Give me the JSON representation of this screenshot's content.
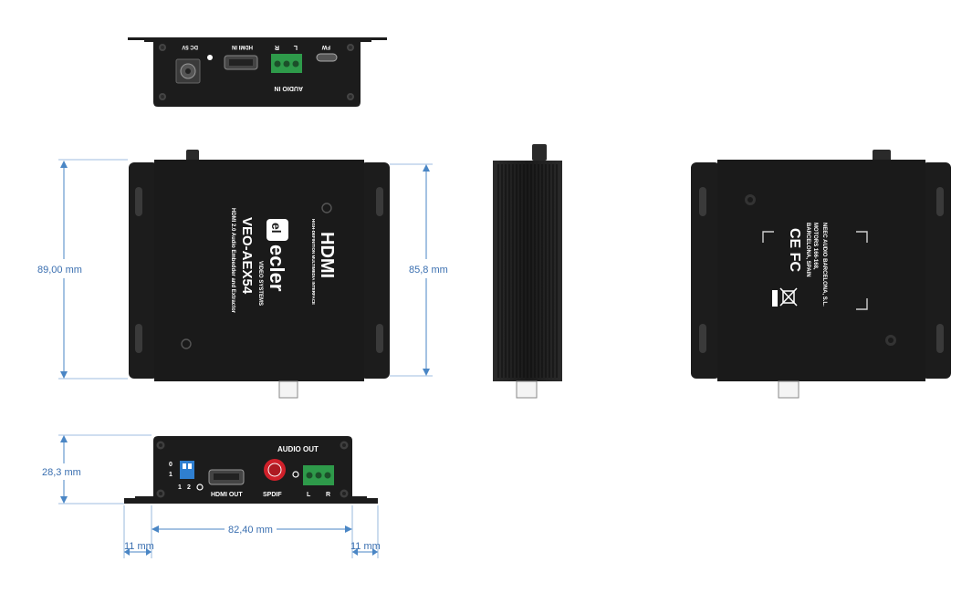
{
  "dimensions": {
    "height_front": "89,00 mm",
    "height_side": "85,8 mm",
    "depth": "28,3 mm",
    "width_body": "82,40 mm",
    "flange_left": "11 mm",
    "flange_right": "11 mm"
  },
  "top_view": {
    "dc_label": "DC 5V",
    "hdmi_in_label": "HDMI IN",
    "audio_l": "L",
    "audio_r": "R",
    "fw_label": "FW",
    "audio_in_label": "AUDIO IN"
  },
  "front_view": {
    "brand": "ecler",
    "brand_sub": "VIDEO SYSTEMS",
    "model": "VEO-AEX54",
    "description": "HDMI 2.0 Audio Embedder and Extractor",
    "hdmi_logo": "HDMI",
    "hdmi_tagline": "HIGH-DEFINITION MULTIMEDIA INTERFACE"
  },
  "back_view": {
    "maker_line1": "NEEC AUDIO BARCELONA, S.L.",
    "maker_line2": "MOTORS 166-168,",
    "maker_line3": "BARCELONA, SPAIN",
    "marks": "CE FC"
  },
  "bottom_view": {
    "audio_out_label": "AUDIO OUT",
    "dip_0": "0",
    "dip_1": "1",
    "dip_num1": "1",
    "dip_num2": "2",
    "hdmi_out_label": "HDMI OUT",
    "spdif_label": "SPDIF",
    "out_l": "L",
    "out_r": "R"
  },
  "colors": {
    "body": "#1d1d1d",
    "dimension": "#4a86c5",
    "terminal": "#2e9a4a",
    "dip": "#2f7fd0",
    "spdif": "#d0202a"
  }
}
